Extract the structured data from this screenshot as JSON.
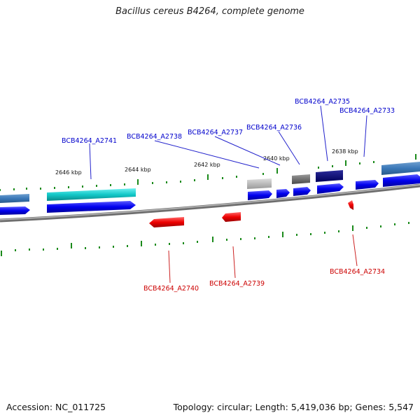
{
  "title": "Bacillus cereus B4264, complete genome",
  "footer": {
    "accession": "Accession: NC_011725",
    "summary": "Topology: circular; Length: 5,419,036 bp; Genes: 5,547"
  },
  "colors": {
    "forward_label": "#0000cc",
    "reverse_label": "#cc0000",
    "forward_cds": "#0000ee",
    "reverse_cds": "#ee0000",
    "tick": "#1a8a1a",
    "backbone": "#808080"
  },
  "scale_labels": [
    "2646 kbp",
    "2644 kbp",
    "2642 kbp",
    "2640 kbp",
    "2638 kbp"
  ],
  "forward_genes": [
    "BCB4264_A2741",
    "BCB4264_A2738",
    "BCB4264_A2737",
    "BCB4264_A2736",
    "BCB4264_A2735",
    "BCB4264_A2733"
  ],
  "reverse_genes": [
    "BCB4264_A2740",
    "BCB4264_A2739",
    "BCB4264_A2734"
  ]
}
